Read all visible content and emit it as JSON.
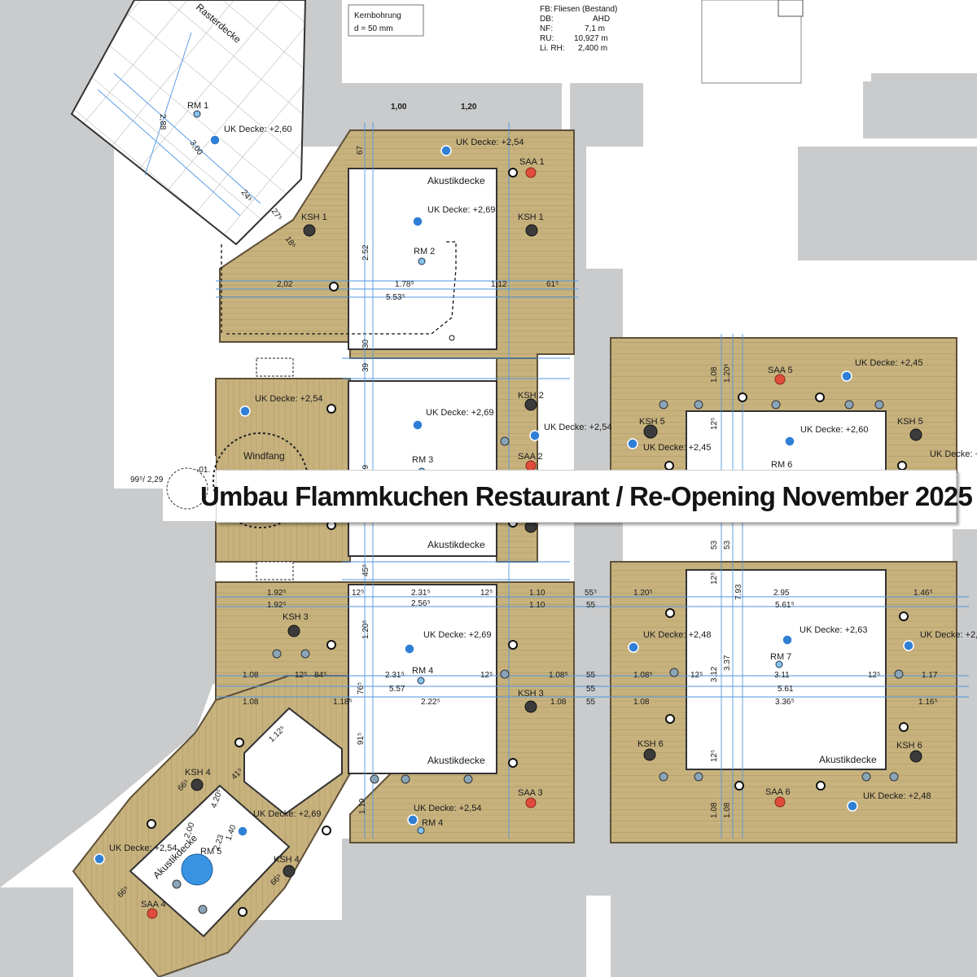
{
  "banner": {
    "title": "Umbau Flammkuchen Restaurant  /  Re-Opening November 2025"
  },
  "colors": {
    "wood": "#c7b27e",
    "wood_line": "#a8935f",
    "wall": "#c9cbcd",
    "blue": "#2f7fd6",
    "red": "#e04c3c"
  },
  "header": {
    "kernbohrung": [
      "Kernbohrung",
      "d = 50 mm"
    ],
    "room_info": [
      {
        "k": "FB:",
        "v": "Fliesen  (Bestand)"
      },
      {
        "k": "DB:",
        "v": "AHD"
      },
      {
        "k": "NF:",
        "v": "7,1 m"
      },
      {
        "k": "RU:",
        "v": "10,927 m"
      },
      {
        "k": "Li. RH:",
        "v": "2,400 m"
      }
    ]
  },
  "labels": {
    "rasterdecke": "Rasterdecke",
    "akustikdecke": "Akustikdecke",
    "windfang": "Windfang",
    "rm1": "RM 1",
    "rm2": "RM 2",
    "rm3": "RM 3",
    "rm4": "RM 4",
    "rm4b": "RM 4",
    "rm5": "RM 5",
    "rm6": "RM 6",
    "rm7": "RM 7",
    "uk_260": "UK Decke: +2,60",
    "uk_254": "UK Decke: +2,54",
    "uk_269": "UK Decke: +2,69",
    "uk_245": "UK Decke: +2,45",
    "uk_248": "UK Decke: +2,48",
    "uk_263": "UK Decke: +2,63",
    "ksh1": "KSH 1",
    "ksh2": "KSH 2",
    "ksh3": "KSH 3",
    "ksh4": "KSH 4",
    "ksh5": "KSH 5",
    "ksh6": "KSH 6",
    "saa1": "SAA 1",
    "saa2": "SAA 2",
    "saa3": "SAA 3",
    "saa4": "SAA 4",
    "saa5": "SAA 5",
    "saa6": "SAA 6"
  },
  "dims": {
    "d100": "1,00",
    "d120": "1,20",
    "d288": "2,88",
    "d300": "3,00",
    "d245": "24⁵",
    "d275": "27⁵",
    "d185": "18⁵",
    "d67": "67",
    "d252": "2.52",
    "d202": "2,02",
    "d1785": "1.78⁵",
    "d5535": "5.53⁵",
    "d112": "1.12",
    "d615": "61⁵",
    "d30": "30",
    "d39": "39",
    "d995": "99⁵/ 2,29",
    "d015": "-01.",
    "d79": "79",
    "d45": "45⁵",
    "d125": "12⁵",
    "d2315": "2.31⁵",
    "d2565": "2.56⁵",
    "d110": "1.10",
    "d555": "55⁵",
    "d55": "55",
    "d1925": "1.92⁵",
    "d1205": "1.20⁵",
    "d108": "1.08",
    "d84": "84⁵",
    "d557": "5.57",
    "d1185": "1.18⁵",
    "d2225": "2.22⁵",
    "d76": "76⁵",
    "d915": "91⁵",
    "d1125": "1.12⁵",
    "d1085": "1.08⁵",
    "d561": "5.61",
    "d5615": "5.61⁵",
    "d295": "2.95",
    "d311": "3.11",
    "d3365": "3.36⁵",
    "d117": "1.17",
    "d1165": "1.16⁵",
    "d1465": "1.46⁵",
    "d312": "3.12",
    "d337": "3.37",
    "d793": "7.93",
    "d53": "53",
    "d119": "1.19",
    "d4205": "4.20⁵",
    "d200": "2,00",
    "d140": "1.40",
    "d223": "2.23",
    "d665": "66⁵",
    "d415": "41⁵",
    "d120s": "1.20⁵",
    "d1206": "1.20⁶"
  }
}
